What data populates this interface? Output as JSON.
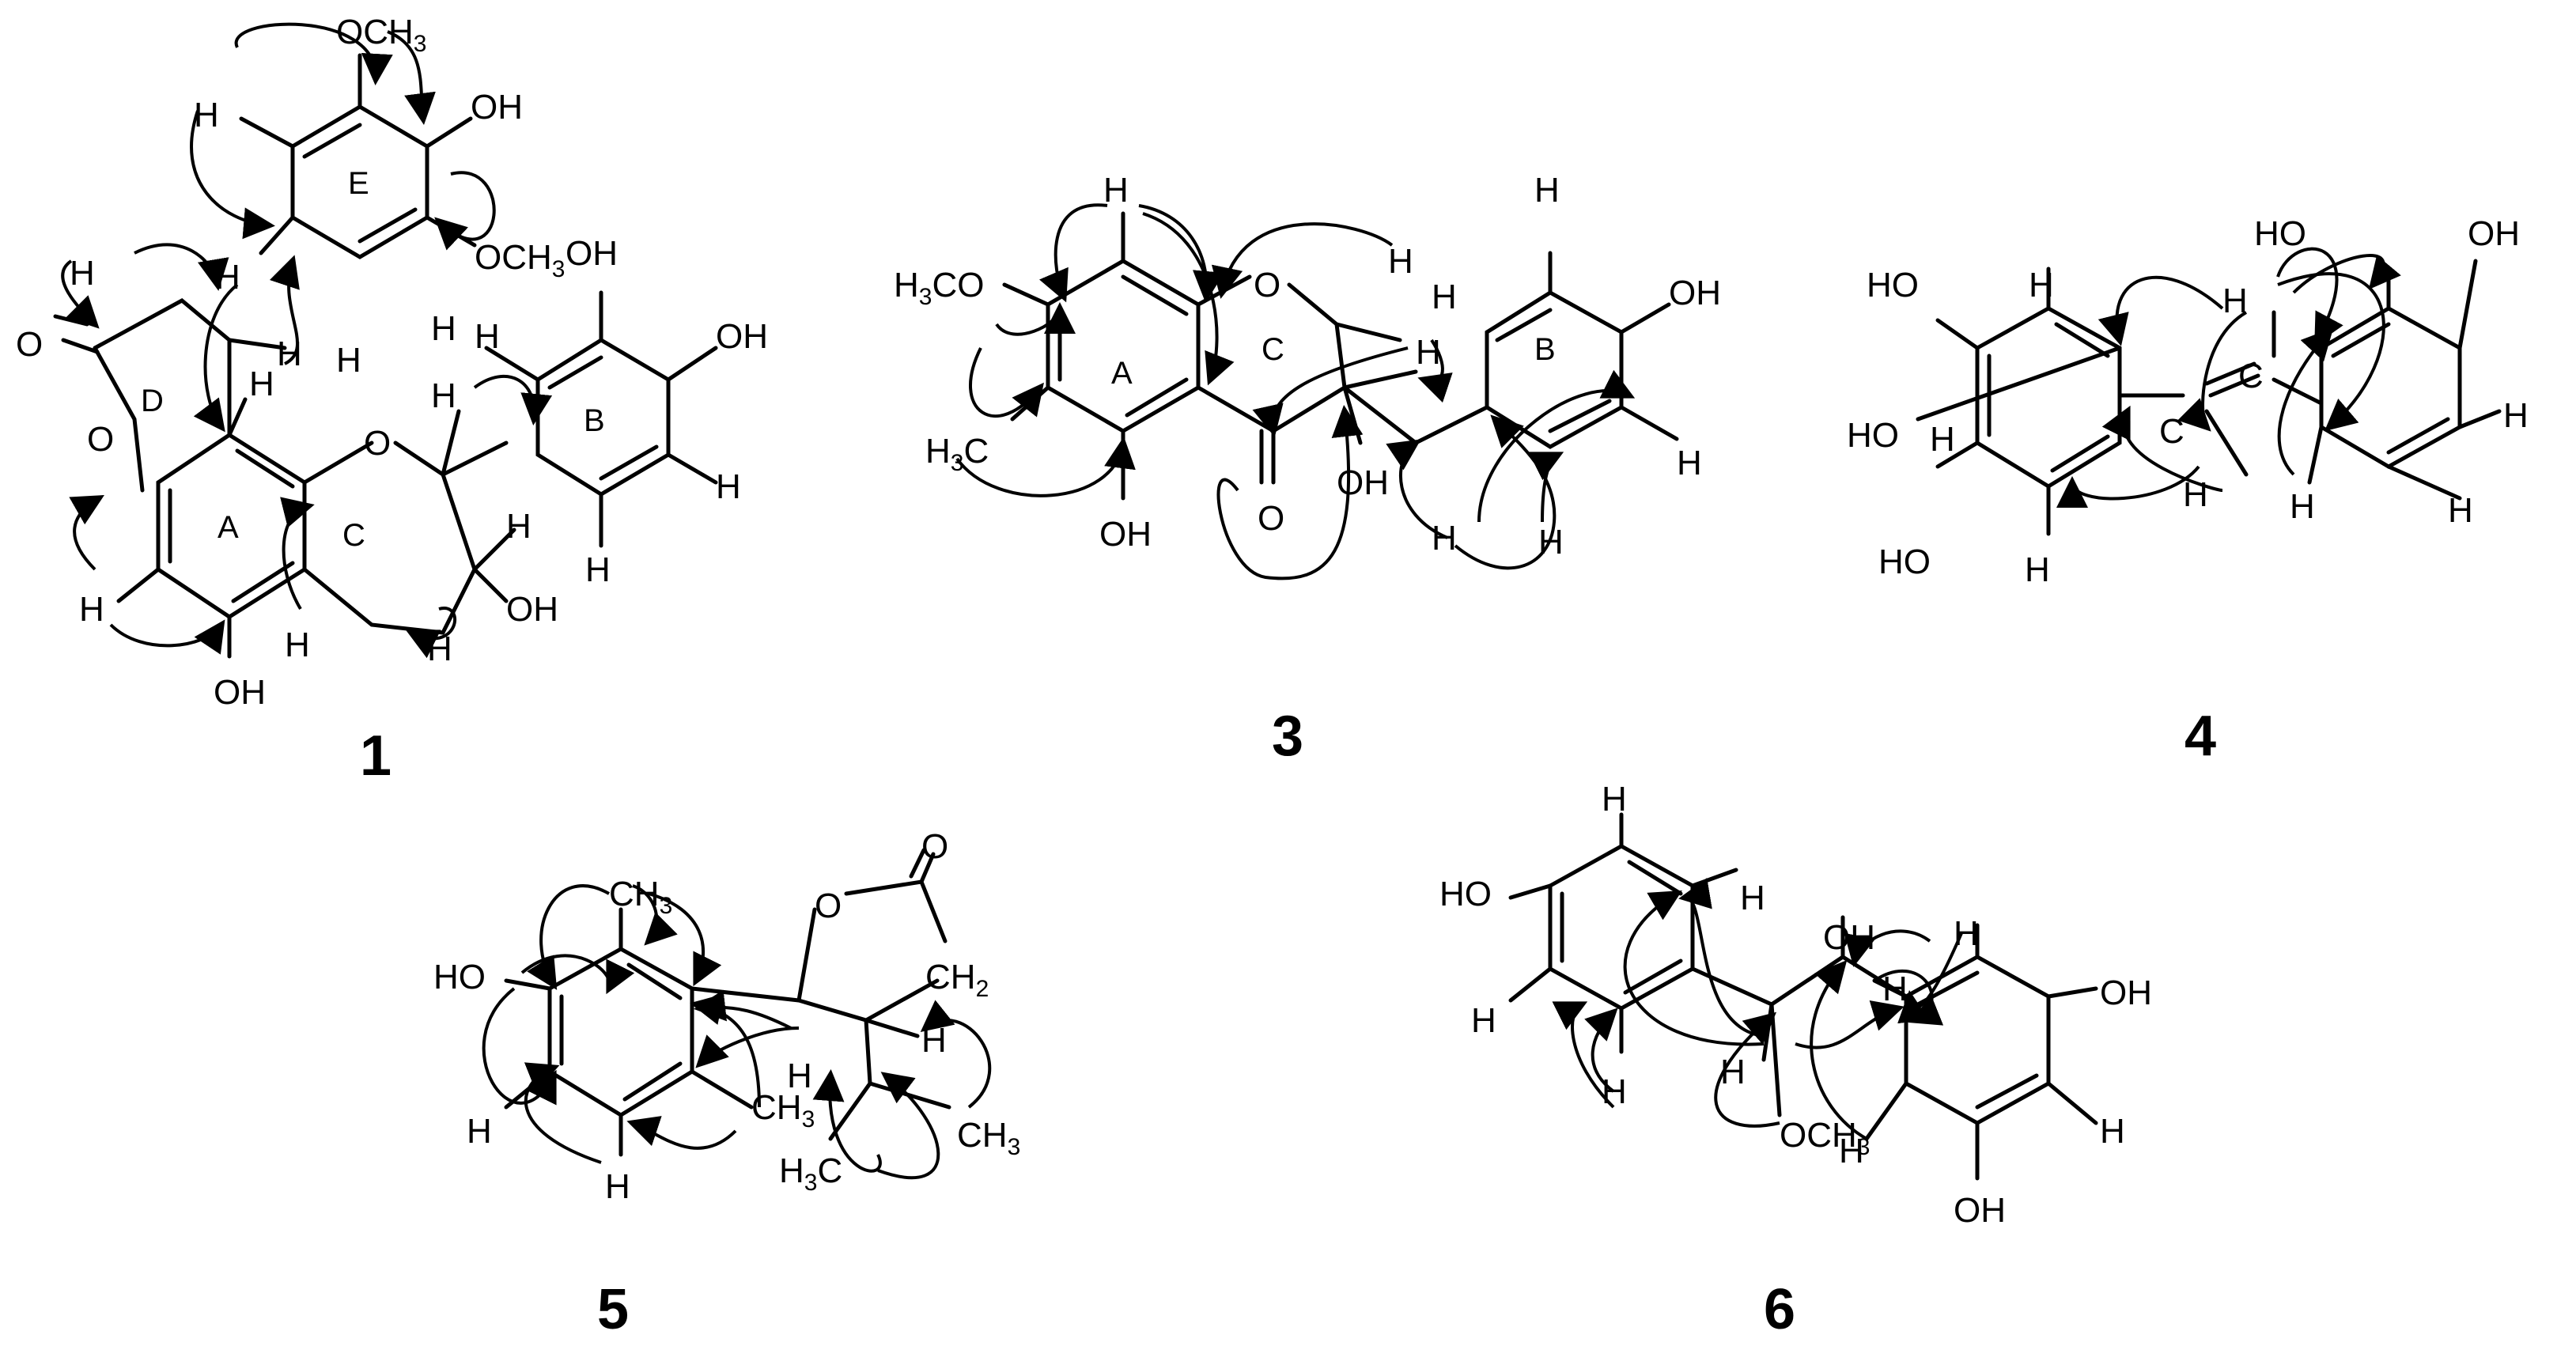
{
  "compound_numbers": {
    "c1": "1",
    "c3": "3",
    "c4": "4",
    "c5": "5",
    "c6": "6"
  },
  "atoms": {
    "och3": "OCH",
    "three": "3",
    "oh": "OH",
    "ho": "HO",
    "h": "H",
    "o": "O",
    "c": "C",
    "h3c_h": "H",
    "h3c_c": "C",
    "h3co_o": "CO",
    "ch": "CH",
    "two": "2"
  },
  "ring_labels": {
    "a": "A",
    "b": "B",
    "c": "C",
    "d": "D",
    "e": "E"
  },
  "colors": {
    "ink": "#000000",
    "background": "#ffffff"
  }
}
